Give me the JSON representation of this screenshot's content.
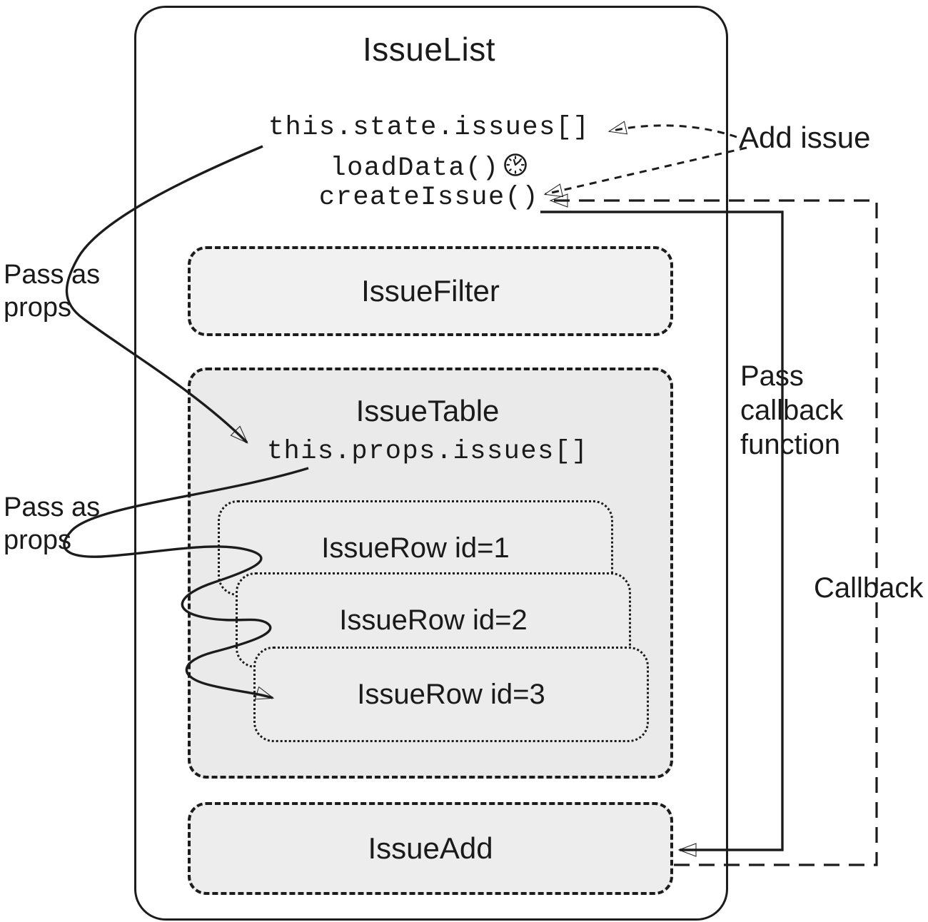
{
  "diagram": {
    "title": "IssueList",
    "state_block": {
      "issues_line": "this.state.issues[]",
      "load_data_line": "loadData()",
      "create_issue_line": "createIssue()"
    },
    "components": {
      "filter": {
        "label": "IssueFilter"
      },
      "table": {
        "label": "IssueTable",
        "props_line": "this.props.issues[]",
        "rows": [
          {
            "label": "IssueRow id=1"
          },
          {
            "label": "IssueRow id=2"
          },
          {
            "label": "IssueRow id=3"
          }
        ]
      },
      "add": {
        "label": "IssueAdd"
      }
    },
    "annotations": {
      "pass_as_props_1": "Pass as props",
      "pass_as_props_2": "Pass as props",
      "add_issue": "Add issue",
      "pass_callback_function": "Pass callback function",
      "callback": "Callback"
    },
    "icons": {
      "timer": "clock-icon"
    },
    "colors": {
      "ink": "#1c1c1c",
      "background": "#ffffff",
      "filter_fill": "#f1f1f1",
      "table_fill": "#eaeaea",
      "row_fill": "#ececec",
      "add_fill": "#ededed"
    }
  }
}
